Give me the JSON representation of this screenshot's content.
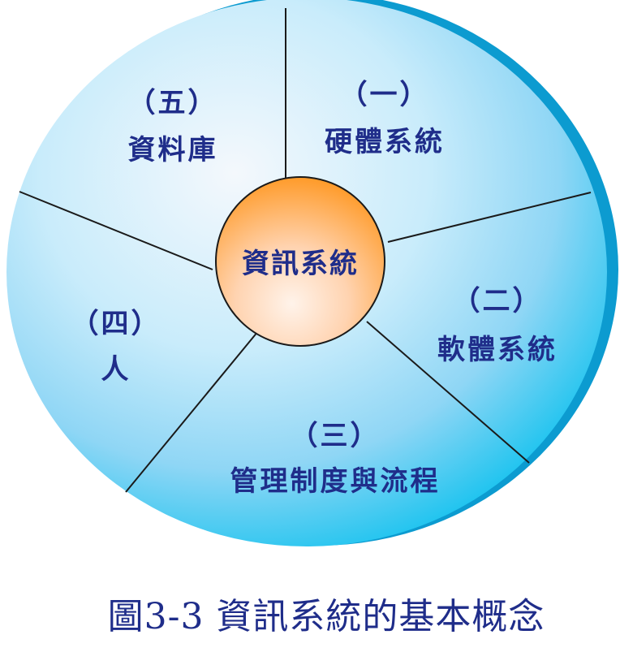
{
  "colors": {
    "label_text": "#1f2d8a",
    "center_text": "#1f2d8a",
    "segment_line": "#1a1a1a",
    "disk_light": "#f4f8fc",
    "disk_mid": "#8fd6f5",
    "disk_dark": "#1fc4ef",
    "rim_shadow": "#0c9bd0",
    "center_light": "#fff3ea",
    "center_dark": "#ff9b2a",
    "caption_text": "#1f2d8a"
  },
  "center": {
    "label": "資訊系統"
  },
  "segments": [
    {
      "number": "（一）",
      "name": "硬體系統"
    },
    {
      "number": "（二）",
      "name": "軟體系統"
    },
    {
      "number": "（三）",
      "name": "管理制度與流程"
    },
    {
      "number": "（四）",
      "name": "人"
    },
    {
      "number": "（五）",
      "name": "資料庫"
    }
  ],
  "caption": "圖3-3 資訊系統的基本概念"
}
